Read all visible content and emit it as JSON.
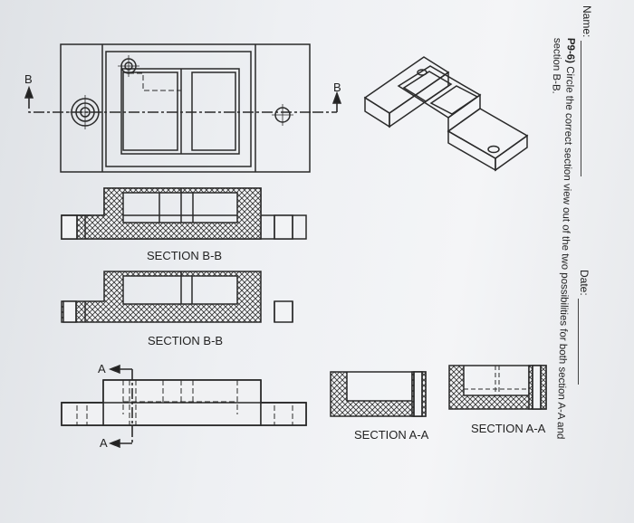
{
  "header": {
    "name_label": "Name:",
    "date_label": "Date:",
    "problem_number": "P9-6)",
    "problem_text_1": "Circle the correct section view out of the two possibilities for both section A-A and",
    "problem_text_2": "section B-B."
  },
  "drawing": {
    "cut_label_b_left": "B",
    "cut_label_b_right": "B",
    "cut_label_a_top": "A",
    "cut_label_a_bottom": "A",
    "section_bb_1": "SECTION B-B",
    "section_bb_2": "SECTION B-B",
    "section_aa_1": "SECTION A-A",
    "section_aa_2": "SECTION A-A"
  }
}
